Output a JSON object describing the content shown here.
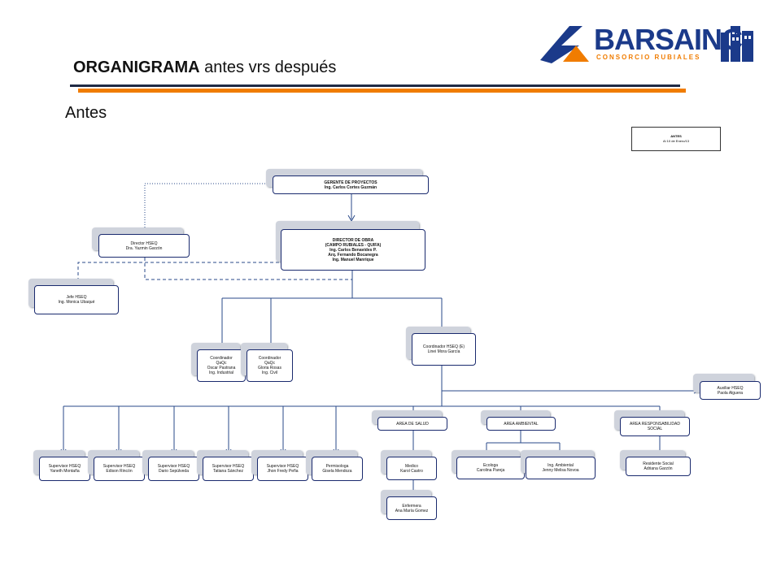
{
  "header": {
    "title_bold": "ORGANIGRAMA",
    "title_rest": " antes vrs después",
    "subtitle": "Antes"
  },
  "logo": {
    "text": "BARSAINC",
    "subtext": "CONSORCIO RUBIALES",
    "colors": {
      "blue": "#1b3a8a",
      "orange": "#f07c00"
    }
  },
  "note": {
    "line1": "ANTES",
    "line2": "Al 10 de Enero/13"
  },
  "nodes": {
    "gerente": [
      "GERENTE DE PROYECTOS",
      "Ing. Carlos Cortes Guzmán"
    ],
    "director_obra": [
      "DIRECTOR DE OBRA",
      "(CAMPO RUBIALES - QUIFA)",
      "Ing. Carlos Benavides P.",
      "Arq. Fernando Bocanegra",
      "Ing. Manuel Manrique"
    ],
    "director_hseq": [
      "Director HSEQ",
      "Dra. Yazmin Garzón"
    ],
    "jefe_hseq": [
      "Jefe HSEQ",
      "Ing. Monica Ubaqué"
    ],
    "coordinador_hseq": [
      "Coordinador HSEQ (E)",
      "Linei Mora García"
    ],
    "coord_qaqc_1": [
      "Coordinador",
      "QaQc",
      "Oscar Pastrana",
      "Ing. Industrial"
    ],
    "coord_qaqc_2": [
      "Coordinador",
      "QaQc",
      "Gloria Rosas",
      "Ing. Civil"
    ],
    "auxiliar_hseq": [
      "Auxiliar HSEQ",
      "Paola Alguera"
    ],
    "area_salud": [
      "AREA DE SALUD"
    ],
    "area_ambiental": [
      "AREA AMBIENTAL"
    ],
    "area_social": [
      "AREA RESPONSABILIDAD",
      "SOCIAL"
    ],
    "sup_1": [
      "Supervisor HSEQ",
      "Yaneth Montaña"
    ],
    "sup_2": [
      "Supervisor HSEQ",
      "Edison Rincón"
    ],
    "sup_3": [
      "Supervisor HSEQ",
      "Dario Sepúlveda"
    ],
    "sup_4": [
      "Supervisor HSEQ",
      "Tatiana Sánchez"
    ],
    "sup_5": [
      "Supervisor HSEQ",
      "Jhon Fredy Peña"
    ],
    "permisologa": [
      "Permisologa",
      "Gisela Mendoza"
    ],
    "medico": [
      "Medico",
      "Karol Castro"
    ],
    "enfermera": [
      "Enfermera",
      "Ana María Gomez"
    ],
    "ecologa": [
      "Ecologa",
      "Carolina Pareja"
    ],
    "ing_ambiental": [
      "Ing. Ambiental",
      "Jenny Melisa Novoa"
    ],
    "residente_social": [
      "Residente Social",
      "Adriana Garzón"
    ]
  }
}
